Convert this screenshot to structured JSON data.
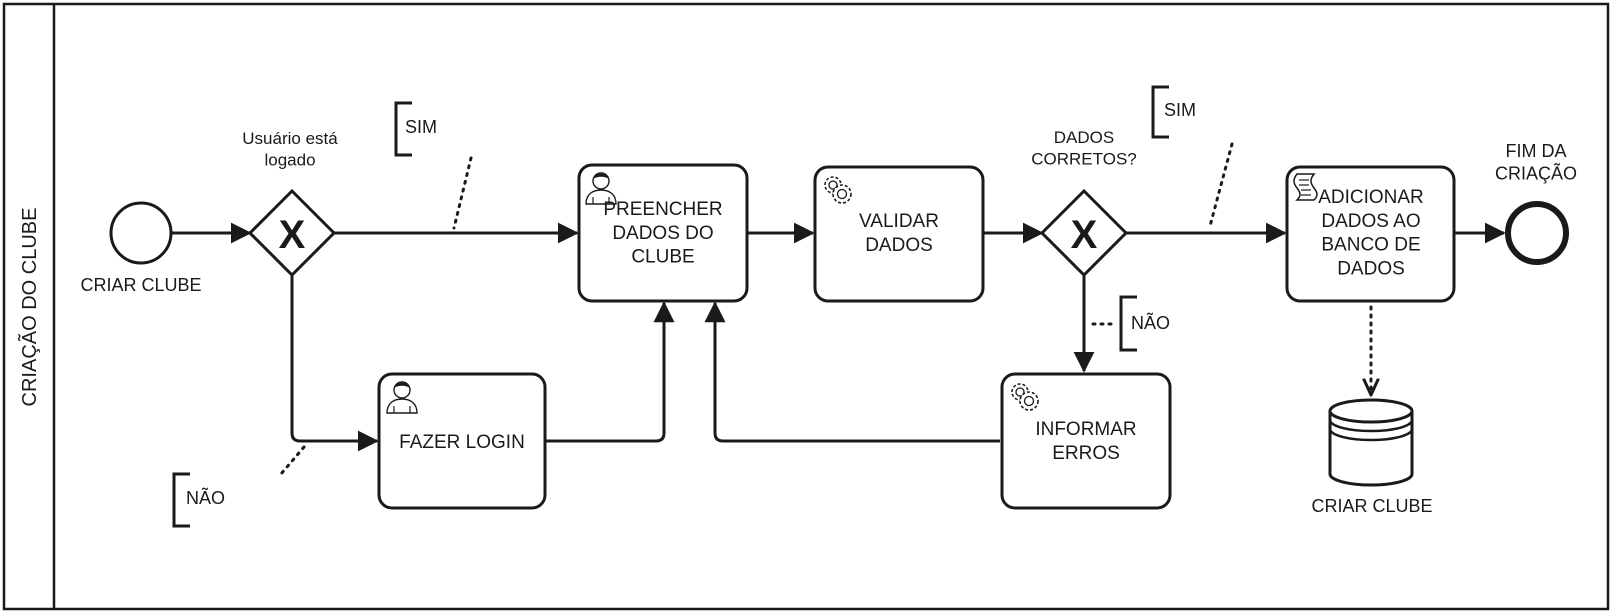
{
  "pool": {
    "label": "CRIAÇÃO DO CLUBE"
  },
  "events": {
    "start": "CRIAR CLUBE",
    "end": "FIM DA\nCRIAÇÃO"
  },
  "gateways": {
    "logged": {
      "question": "Usuário está\nlogado",
      "marker": "X",
      "yes": "SIM",
      "no": "NÃO"
    },
    "correct": {
      "question": "DADOS\nCORRETOS?",
      "marker": "X",
      "yes": "SIM",
      "no": "NÃO"
    }
  },
  "tasks": {
    "fill": {
      "label": "PREENCHER\nDADOS DO\nCLUBE",
      "icon": "user-icon"
    },
    "validate": {
      "label": "VALIDAR\nDADOS",
      "icon": "gear-icon"
    },
    "add": {
      "label": "ADICIONAR\nDADOS AO\nBANCO DE\nDADOS",
      "icon": "script-icon"
    },
    "login": {
      "label": "FAZER LOGIN",
      "icon": "user-icon"
    },
    "errors": {
      "label": "INFORMAR\nERROS",
      "icon": "gear-icon"
    }
  },
  "datastore": {
    "label": "CRIAR CLUBE"
  },
  "colors": {
    "stroke": "#1a1a1a",
    "background": "#ffffff"
  }
}
